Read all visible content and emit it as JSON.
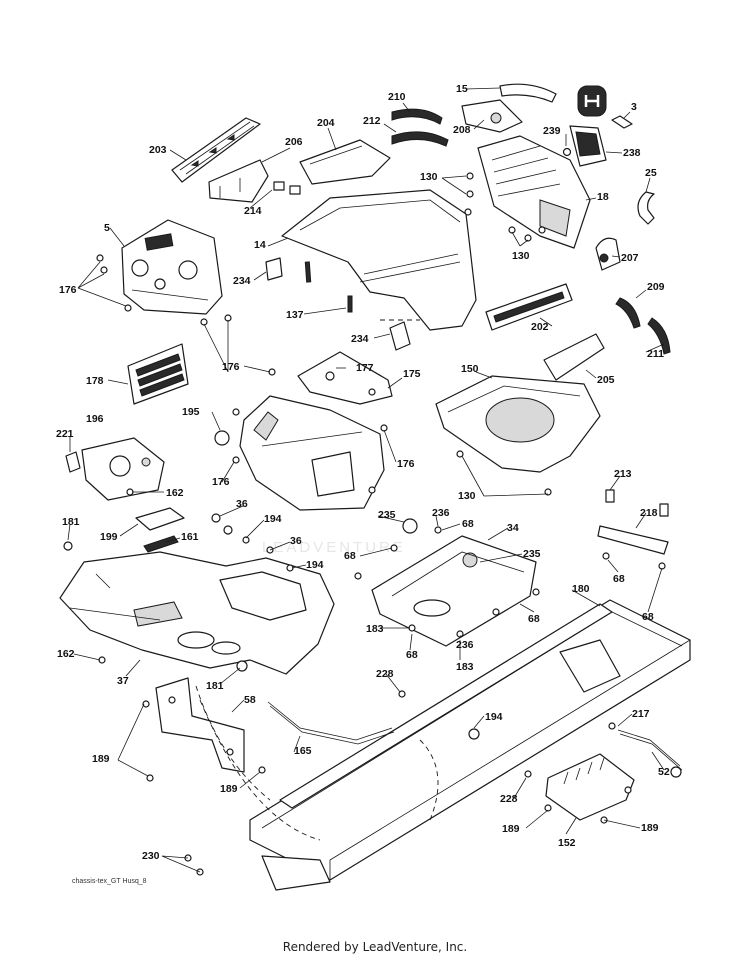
{
  "callouts": [
    "210",
    "15",
    "3",
    "212",
    "208",
    "203",
    "204",
    "206",
    "239",
    "238",
    "130",
    "25",
    "18",
    "214",
    "5",
    "14",
    "207",
    "176",
    "234",
    "130",
    "137",
    "209",
    "202",
    "234",
    "211",
    "178",
    "176",
    "177",
    "175",
    "150",
    "205",
    "195",
    "221",
    "196",
    "176",
    "162",
    "176",
    "130",
    "213",
    "36",
    "218",
    "181",
    "194",
    "235",
    "236",
    "199",
    "68",
    "34",
    "161",
    "36",
    "68",
    "235",
    "194",
    "180",
    "68",
    "68",
    "68",
    "162",
    "183",
    "37",
    "236",
    "68",
    "183",
    "228",
    "181",
    "58",
    "194",
    "217",
    "189",
    "165",
    "52",
    "189",
    "228",
    "189",
    "189",
    "152",
    "230"
  ],
  "watermark": "LEADVENTURE",
  "diagram_tag": "chassis-tex_GT Husq_8",
  "footer": "Rendered by LeadVenture, Inc."
}
